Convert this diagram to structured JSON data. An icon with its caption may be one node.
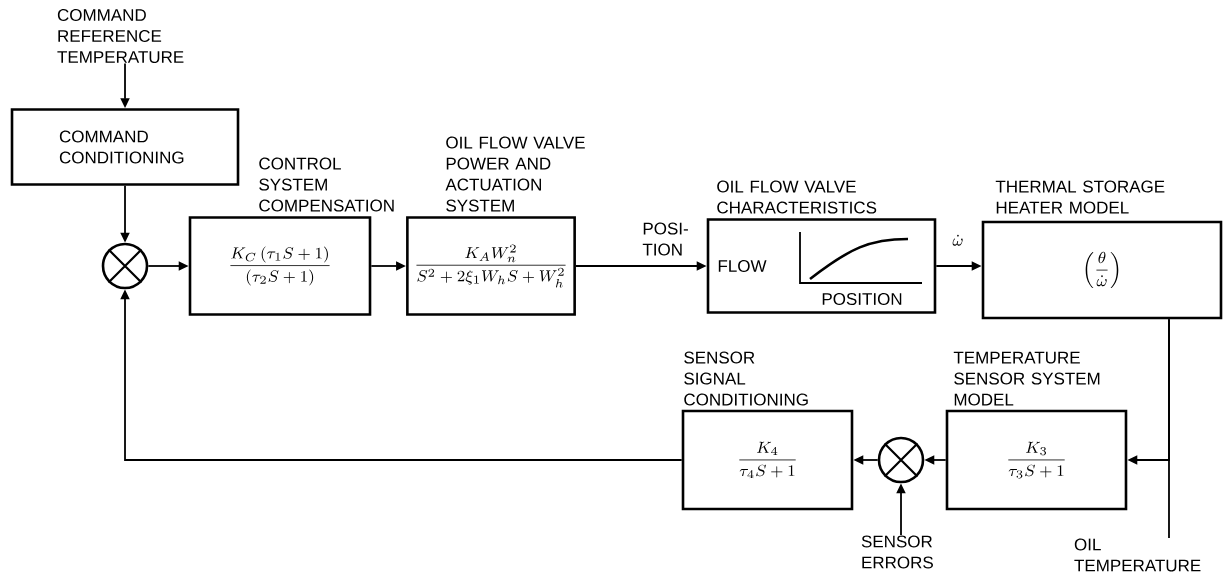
{
  "diagram": {
    "nodes": [
      {
        "text": [
          "COMMAND REFERENCE TEMPERATURE"
        ]
      },
      {
        "text": [
          "COMMAND CONDITIONING"
        ]
      },
      {
        "text": [],
        "shape": "circle"
      },
      {
        "text": [
          "CONTROL SYSTEM COMPENSATION",
          "\\frac{K_C\\,(\\tau_1 S+1)}{(\\tau_2 S+1)}"
        ]
      },
      {
        "text": [
          "OIL FLOW VALVE POWER AND ACTUATION SYSTEM",
          "\\frac{K_A W_n^2}{S^2+2\\xi_1 W_h S+W_h^2}"
        ]
      },
      {
        "text": [
          "OIL FLOW VALVE CHARACTERISTICS",
          "FLOW",
          "POSITION"
        ]
      },
      {
        "text": [
          "THERMAL STORAGE HEATER MODEL",
          "\\left(\\frac{\\theta}{\\dot{\\omega}}\\right)"
        ]
      },
      {
        "text": [
          "TEMPERATURE SENSOR SYSTEM MODEL",
          "\\frac{K_3}{\\tau_3 S+1}"
        ]
      },
      {
        "text": [],
        "shape": "circle"
      },
      {
        "text": [
          "SENSOR ERRORS"
        ]
      },
      {
        "text": [
          "SENSOR SIGNAL CONDITIONING",
          "\\frac{K_4}{\\tau_4 S+1}"
        ]
      },
      {
        "text": [
          "OIL TEMPERATURE"
        ]
      }
    ],
    "edges": [
      {
        "from": 0,
        "to": 1,
        "arrow": "to"
      },
      {
        "from": 1,
        "to": 2,
        "arrow": "to"
      },
      {
        "from": 2,
        "to": 3,
        "arrow": "to"
      },
      {
        "from": 3,
        "to": 4,
        "arrow": "to"
      },
      {
        "from": 4,
        "to": 5,
        "arrow": "to",
        "label": "POSI- TION"
      },
      {
        "from": 5,
        "to": 6,
        "arrow": "to",
        "label": "\\dot{\\omega}"
      },
      {
        "from": 6,
        "to": 7,
        "arrow": "to"
      },
      {
        "from": 6,
        "to": 11,
        "arrow": "none"
      },
      {
        "from": 7,
        "to": 8,
        "arrow": "to"
      },
      {
        "from": 9,
        "to": 8,
        "arrow": "to"
      },
      {
        "from": 8,
        "to": 10,
        "arrow": "to"
      },
      {
        "from": 10,
        "to": 2,
        "arrow": "to"
      }
    ]
  }
}
